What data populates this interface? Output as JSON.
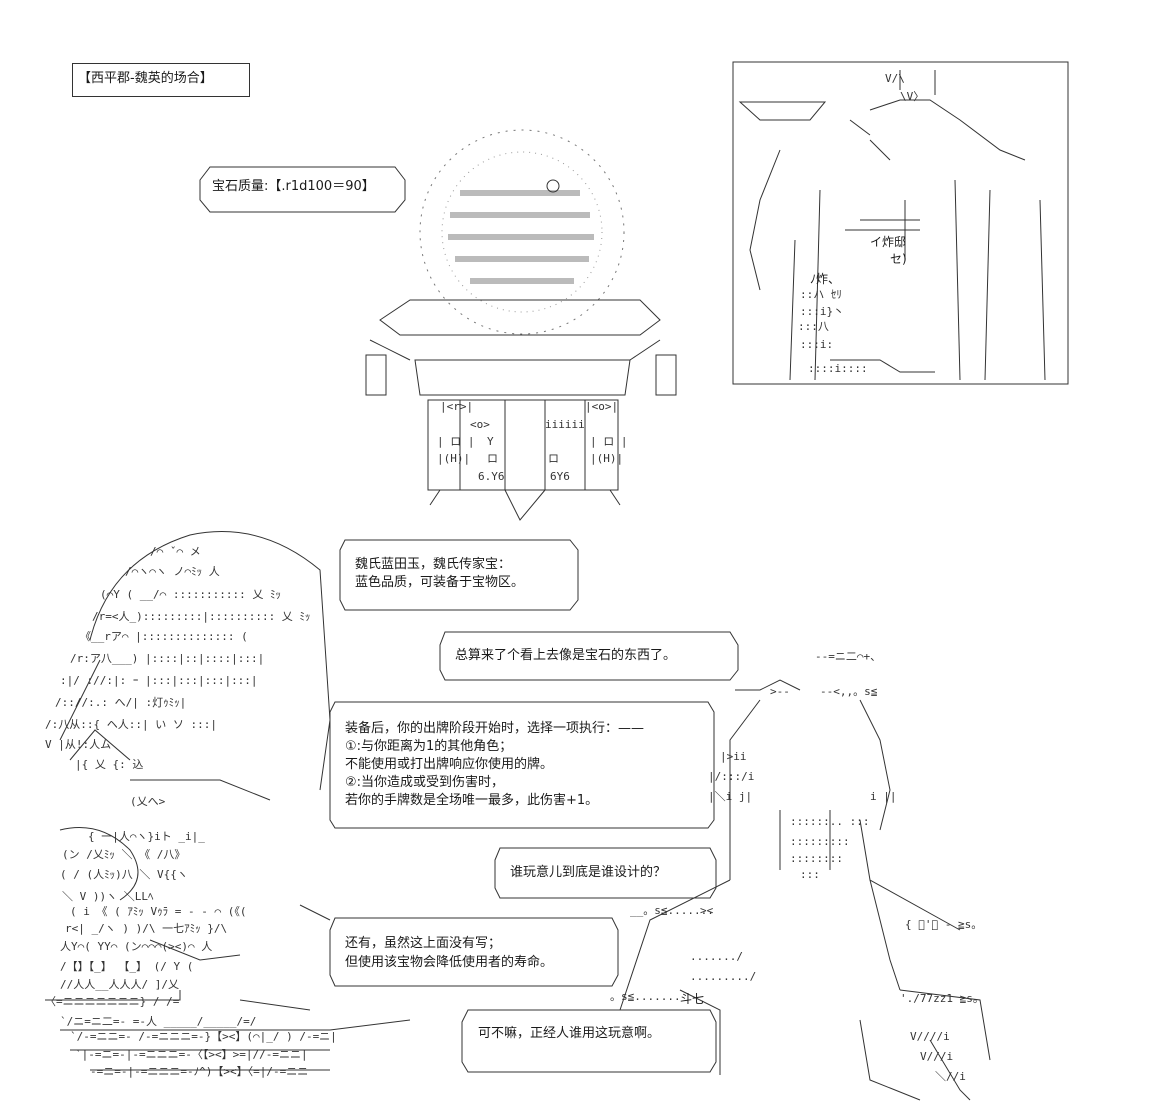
{
  "title_tag": "【西平郡-魏英的场合】",
  "dice_line": "宝石质量:【.r1d100＝90】",
  "caption_box": {
    "line1": "魏氏蓝田玉，魏氏传家宝：",
    "line2": "蓝色品质，可装备于宝物区。"
  },
  "bubble_gem": "总算来了个看上去像是宝石的东西了。",
  "effect_box": {
    "line1": "装备后，你的出牌阶段开始时，选择一项执行：——",
    "line2": "①:与你距离为1的其他角色；",
    "line3": "不能使用或打出牌响应你使用的牌。",
    "line4": "②:当你造成或受到伤害时，",
    "line5": "若你的手牌数是全场唯一最多，此伤害+1。"
  },
  "bubble_who": "谁玩意儿到底是谁设计的？",
  "bubble_life": {
    "line1": "还有，虽然这上面没有写；",
    "line2": "但使用该宝物会降低使用者的寿命。"
  },
  "bubble_end": "可不嘛，正经人谁用这玩意啊。",
  "art_labels": {
    "house_sign": "イ炸邸",
    "house_sign2": "セ)",
    "doorway_text": "ﾉ炸、",
    "robe_label": "斗七"
  }
}
